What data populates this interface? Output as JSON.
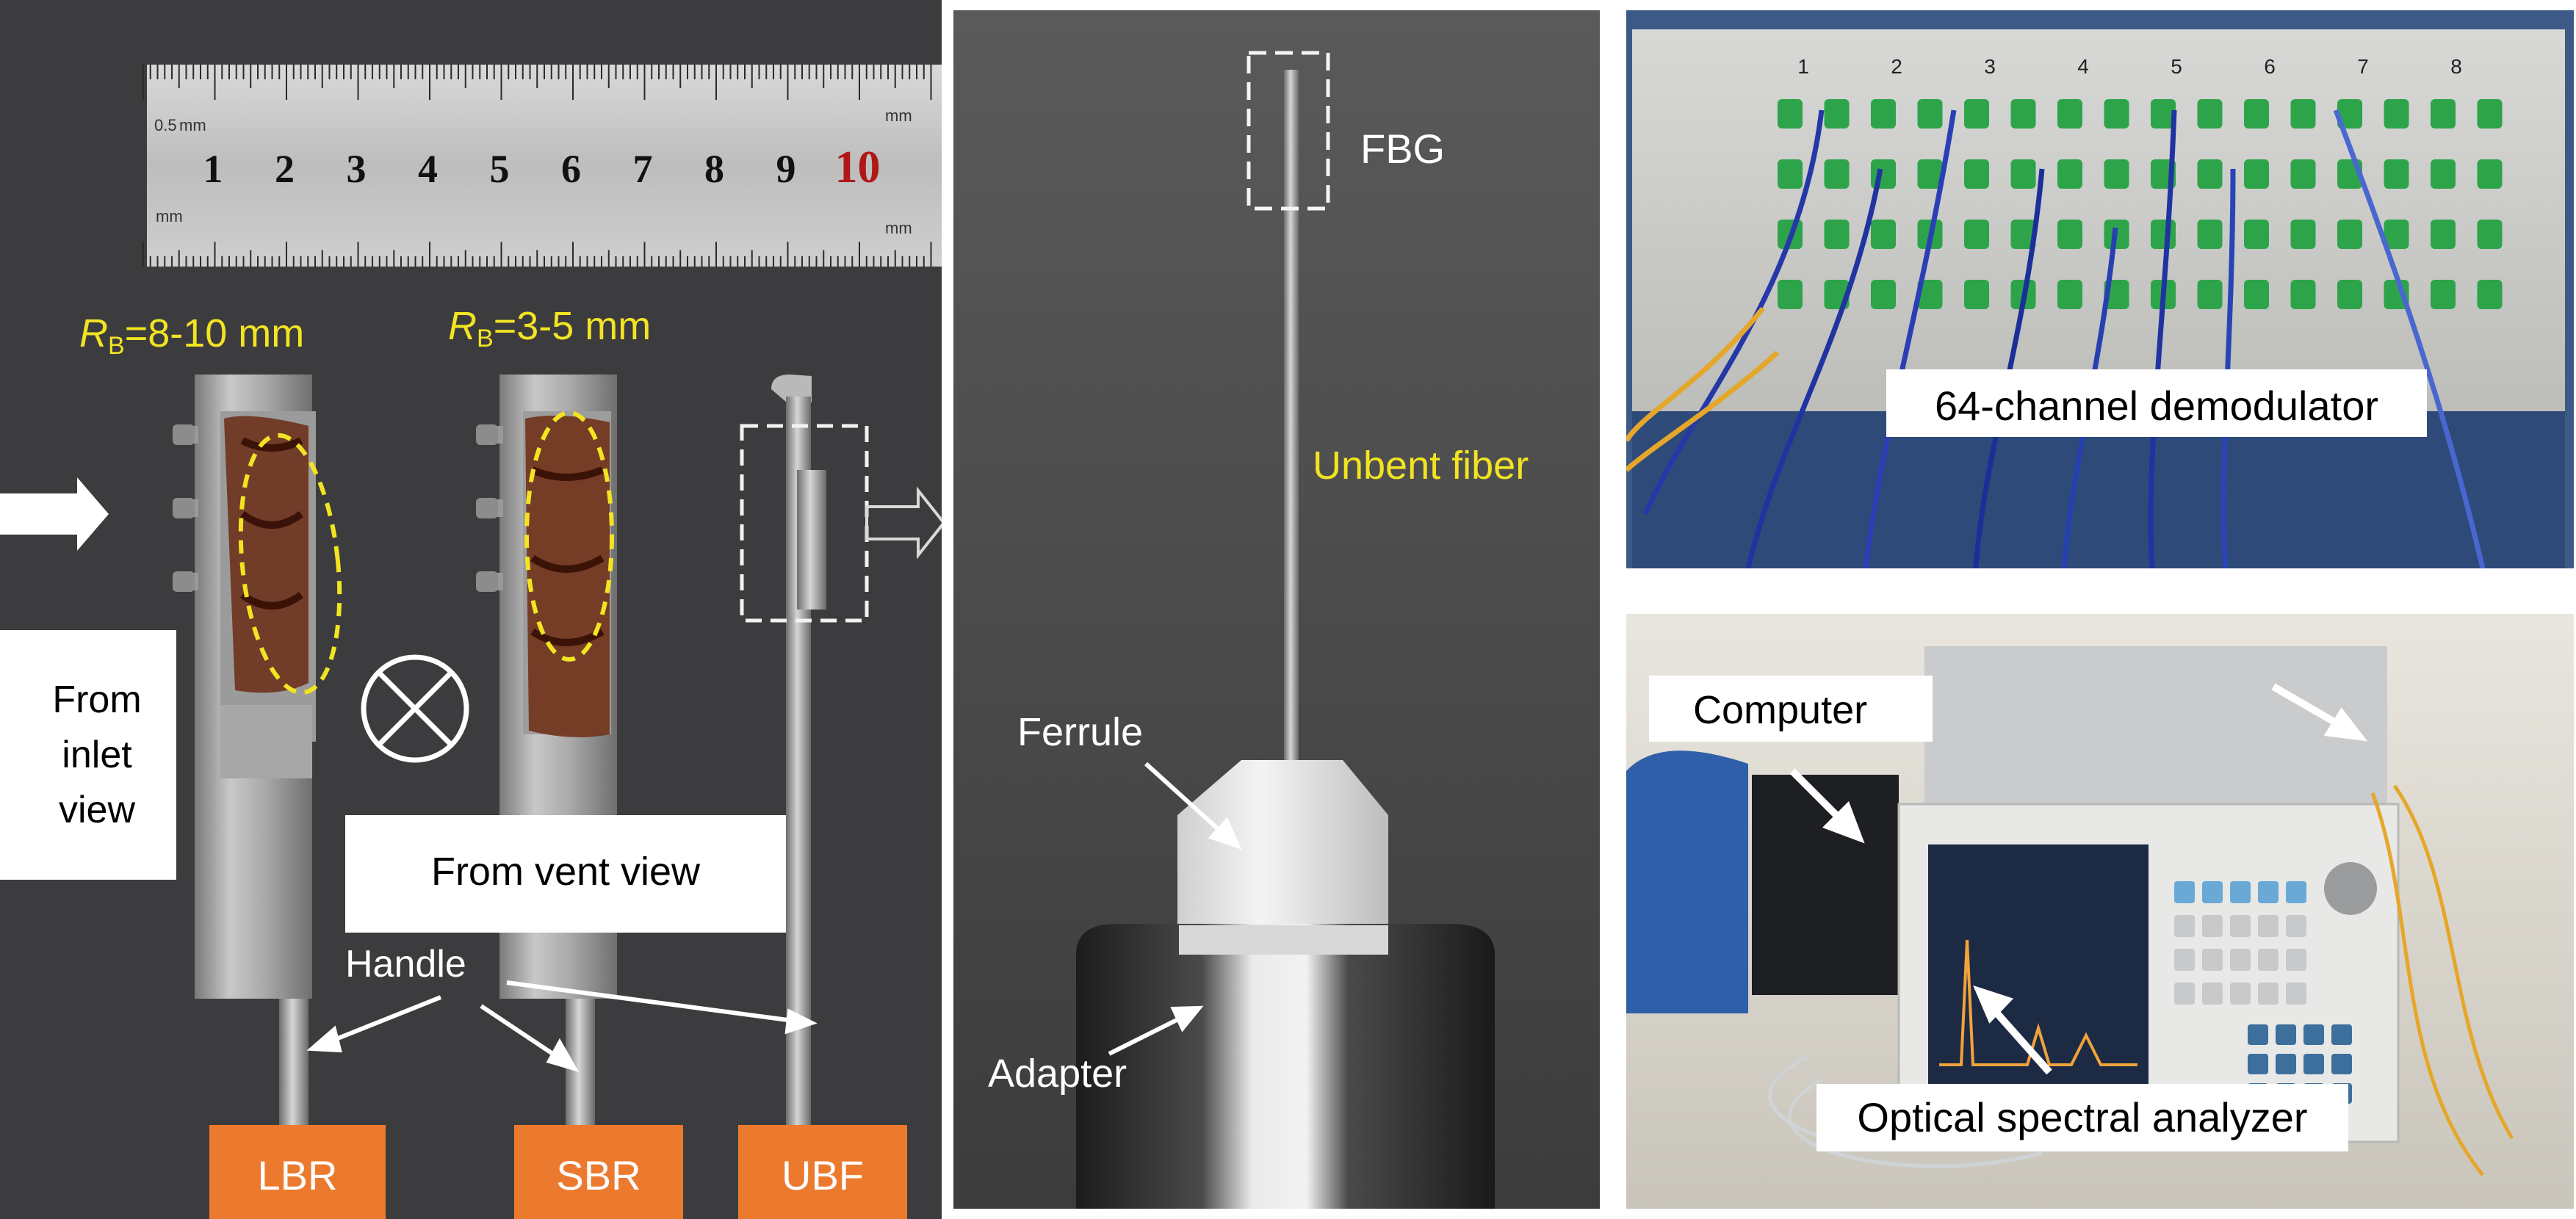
{
  "left_panel": {
    "ruler_numbers": [
      "1",
      "2",
      "3",
      "4",
      "5",
      "6",
      "7",
      "8",
      "9",
      "10"
    ],
    "ruler_unit_top": "mm",
    "ruler_unit_bottom": "mm",
    "ruler_scale_tag": "0.5",
    "rb_large_symbol": "R",
    "rb_large_sub": "B",
    "rb_large_value": "=8-10 mm",
    "rb_small_symbol": "R",
    "rb_small_sub": "B",
    "rb_small_value": "=3-5 mm",
    "from_inlet_line1": "From",
    "from_inlet_line2": "inlet",
    "from_inlet_line3": "view",
    "from_vent_view": "From vent view",
    "handle": "Handle",
    "tag_lbr": "LBR",
    "tag_sbr": "SBR",
    "tag_ubf": "UBF"
  },
  "middle_panel": {
    "fbg": "FBG",
    "unbent_fiber": "Unbent fiber",
    "ferrule": "Ferrule",
    "adapter": "Adapter"
  },
  "top_right_panel": {
    "channel_numbers": [
      "1",
      "2",
      "3",
      "4",
      "5",
      "6",
      "7",
      "8"
    ],
    "demodulator_label": "64-channel demodulator"
  },
  "bottom_right_panel": {
    "computer_label": "Computer",
    "osa_label": "Optical spectral analyzer"
  },
  "colors": {
    "highlight_yellow": "#f2e422",
    "tag_orange": "#ec7a2e",
    "dark_background": "#3b3b3d",
    "label_box": "#ffffff"
  }
}
